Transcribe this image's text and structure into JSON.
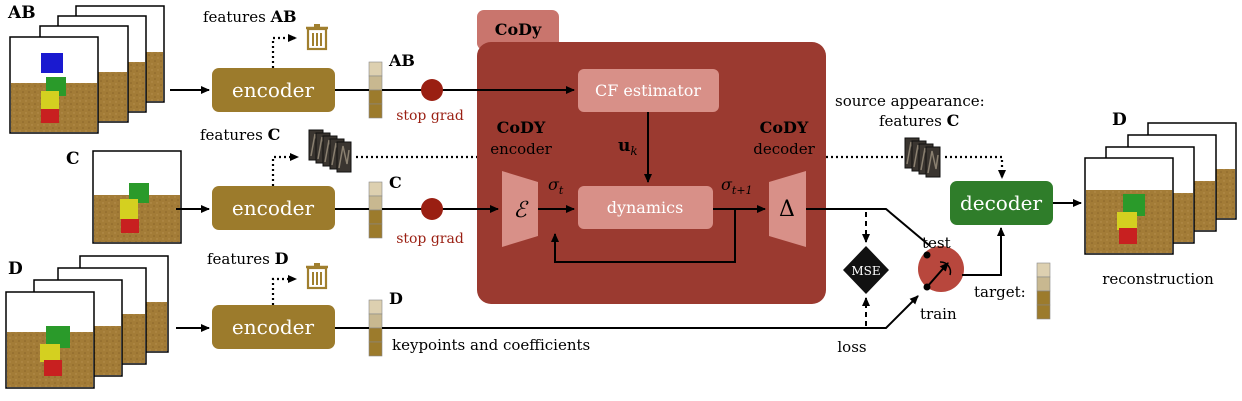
{
  "colors": {
    "encoder_fill": "#9c7b2c",
    "decoder_fill": "#2f7d2a",
    "cody_fill": "#9b3a30",
    "cody_inner": "#d89088",
    "cody_tab": "#c9756d",
    "stop_grad": "#9a1f12",
    "selector": "#b8473d",
    "sky": "#ffffff",
    "ground": "#a07a35"
  },
  "labels": {
    "cody_tab": "CoDy",
    "features_ab_prefix": "features ",
    "features_ab_bold": "AB",
    "features_c_prefix": "features ",
    "features_c_bold": "C",
    "features_d_prefix": "features ",
    "features_d_bold": "D",
    "label_ab": "AB",
    "label_c": "C",
    "label_d": "D",
    "label_out_d": "D",
    "stop_grad_1": "stop grad",
    "stop_grad_2": "stop grad",
    "keypoints": "keypoints and coefficients",
    "cody_encoder_title": "CoDY",
    "cody_encoder_sub": "encoder",
    "cody_decoder_title": "CoDY",
    "cody_decoder_sub": "decoder",
    "source_appearance": "source appearance:",
    "source_features_prefix": "features ",
    "source_features_bold": "C",
    "reconstruction": "reconstruction",
    "test": "test",
    "train": "train",
    "target": "target:",
    "loss": "loss",
    "uk_u": "u",
    "uk_k": "k",
    "sigma_t": "σ",
    "sigma_t_sub": "t",
    "sigma_t1": "σ",
    "sigma_t1_sub": "t+1",
    "script_e": "ℰ",
    "delta": "Δ"
  },
  "blocks": {
    "encoder_1": "encoder",
    "encoder_2": "encoder",
    "encoder_3": "encoder",
    "decoder": "decoder",
    "cf_estimator": "CF estimator",
    "dynamics": "dynamics",
    "mse": "MSE"
  },
  "icons": {
    "trash_1": "trash-icon",
    "trash_2": "trash-icon",
    "feature_maps_c": "feature-map-stack-icon",
    "feature_maps_source": "feature-map-stack-icon"
  }
}
